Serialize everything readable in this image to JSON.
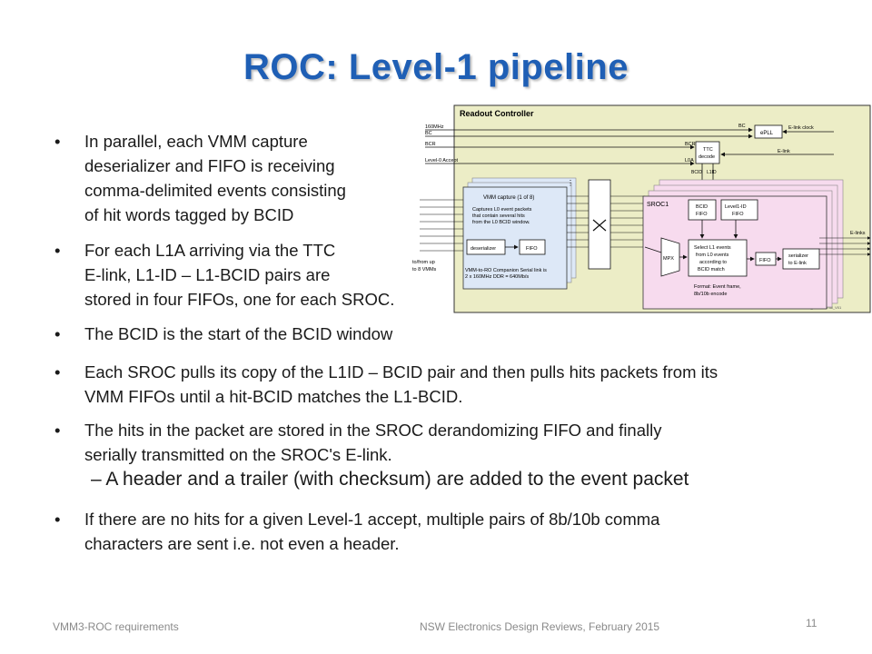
{
  "slide": {
    "title": "ROC: Level-1 pipeline",
    "bullets": [
      {
        "lines": [
          "In parallel, each VMM capture",
          "deserializer and FIFO is receiving",
          "comma-delimited events consisting",
          "of hit words tagged by BCID"
        ]
      },
      {
        "lines": [
          "For each L1A arriving via the TTC",
          "E-link, L1-ID – L1-BCID pairs are",
          "stored in four FIFOs, one for each SROC."
        ]
      },
      {
        "lines": [
          "The BCID is the start of the BCID window"
        ]
      },
      {
        "lines": [
          "Each SROC pulls its copy of the L1ID – BCID pair and then pulls hits packets from its",
          "VMM FIFOs until a hit-BCID matches the L1-BCID."
        ]
      },
      {
        "lines": [
          "The hits in the packet are stored in the SROC derandomizing FIFO and finally",
          "serially transmitted on the SROC's E-link."
        ]
      },
      {
        "lines": [
          "If there are no hits for a given Level-1 accept, multiple pairs of 8b/10b comma",
          "characters are sent i.e. not even a header."
        ]
      }
    ],
    "sub_bullet": "– A header and a trailer (with checksum) are added to the event packet",
    "bullet_char": "•"
  },
  "footer": {
    "left": "VMM3-ROC requirements",
    "center": "NSW Electronics Design Reviews, February 2015",
    "page": "11"
  },
  "diagram": {
    "title": "Readout Controller",
    "signals_left": [
      "160MHz",
      "BC",
      "BCR",
      "Level-0 Accept"
    ],
    "bc": "BC",
    "bcr": "BCR",
    "l0a": "L0A",
    "bcid": "BCID",
    "l1id": "L1ID",
    "epll": "ePLL",
    "elink_clock": "E-link clock",
    "elink": "E-link",
    "ttc_decode": [
      "TTC",
      "decode"
    ],
    "vmm_capture": "VMM capture (1 of 8)",
    "vmm_desc": [
      "Captures L0 event packets",
      "that contain several hits",
      "from the L0 BCID window."
    ],
    "deserializer": "deserializer",
    "fifo": "FIFO",
    "dots": "⋮",
    "vmm_link": [
      "VMM-to-RO Companion Serial link is",
      "2 x 160MHz DDR = 640Mb/s"
    ],
    "to_from": [
      "to/from up",
      "to 8 VMMs"
    ],
    "sroc": "SROC1",
    "bcid_fifo": [
      "BCID",
      "FIFO"
    ],
    "level1_fifo": [
      "Level1-ID",
      "FIFO"
    ],
    "select": [
      "Select L1 events",
      "from L0 events",
      "according to",
      "BCID match"
    ],
    "mpx": "MPX",
    "serializer": [
      "serializer",
      "to E-link"
    ],
    "format": [
      "Format: Event frame,",
      "8b/10b encode"
    ],
    "elinks": "E-links",
    "file_ref": "LL_ROCInternal_V01",
    "colors": {
      "frame": "#ecedc6",
      "sroc": "#f7dbee",
      "vmm": "#dde8f7",
      "title": "#1f5fb5"
    }
  }
}
